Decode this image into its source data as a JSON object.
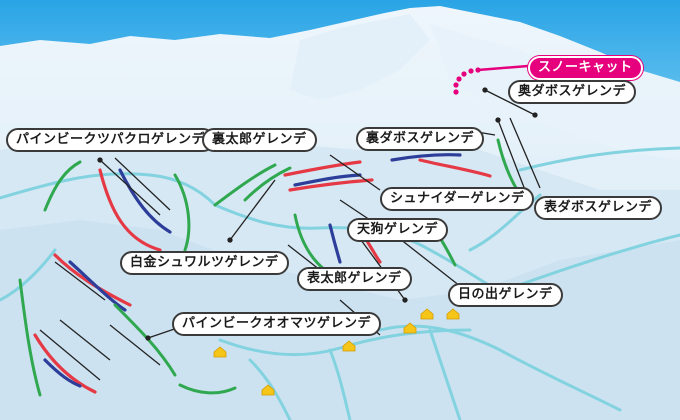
{
  "map": {
    "colors": {
      "sky": "#3fb0e8",
      "mountain": "#dcecf7",
      "forest": "#cfe3f2",
      "road": "#7ecfdc",
      "trail_red": "#e53a46",
      "trail_blue": "#2d3e9a",
      "trail_green": "#2fa84f",
      "lift": "#222222",
      "lodge": "#f5c518",
      "snowcat": "#e6007e"
    },
    "icons": [
      "lodge-icon"
    ],
    "labels": [
      {
        "id": "snowcat",
        "text": "スノーキャット"
      },
      {
        "id": "oku-dabos",
        "text": "奥ダボスゲレンデ"
      },
      {
        "id": "pine-peak-tsupakuro",
        "text": "パインビークツパクロゲレンデ"
      },
      {
        "id": "uratarou",
        "text": "裏太郎ゲレンデ"
      },
      {
        "id": "ura-dabos",
        "text": "裏ダボスゲレンデ"
      },
      {
        "id": "shunaider",
        "text": "シュナイダーゲレンデ"
      },
      {
        "id": "omote-dabos",
        "text": "表ダボスゲレンデ"
      },
      {
        "id": "tengu",
        "text": "天狗ゲレンデ"
      },
      {
        "id": "shirogane-shuwarutsu",
        "text": "白金シュワルツゲレンデ"
      },
      {
        "id": "omotetarou",
        "text": "表太郎ゲレンデ"
      },
      {
        "id": "hinode",
        "text": "日の出ゲレンデ"
      },
      {
        "id": "pine-peak-oomatsu",
        "text": "パインビークオオマツゲレンデ"
      }
    ]
  }
}
